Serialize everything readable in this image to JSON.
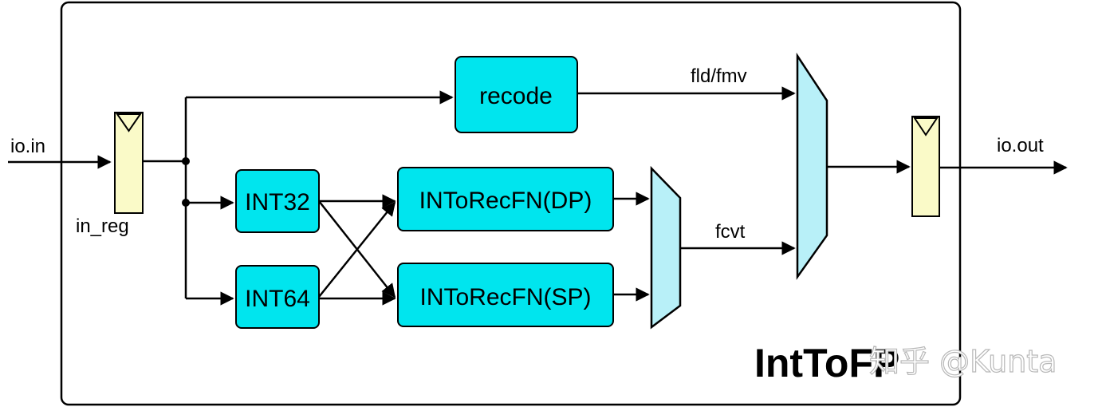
{
  "diagram": {
    "title": "IntToFP",
    "io_in": "io.in",
    "io_out": "io.out",
    "in_reg": "in_reg",
    "blocks": {
      "recode": "recode",
      "int32": "INT32",
      "int64": "INT64",
      "intorec_dp": "INToRecFN(DP)",
      "intorec_sp": "INToRecFN(SP)"
    },
    "wires": {
      "fld_fmv": "fld/fmv",
      "fcvt": "fcvt"
    },
    "colors": {
      "block_fill": "#00e5ee",
      "mux_fill": "#b8f0f8",
      "register_fill": "#fafac8"
    }
  },
  "watermark": "知乎 @Kunta"
}
